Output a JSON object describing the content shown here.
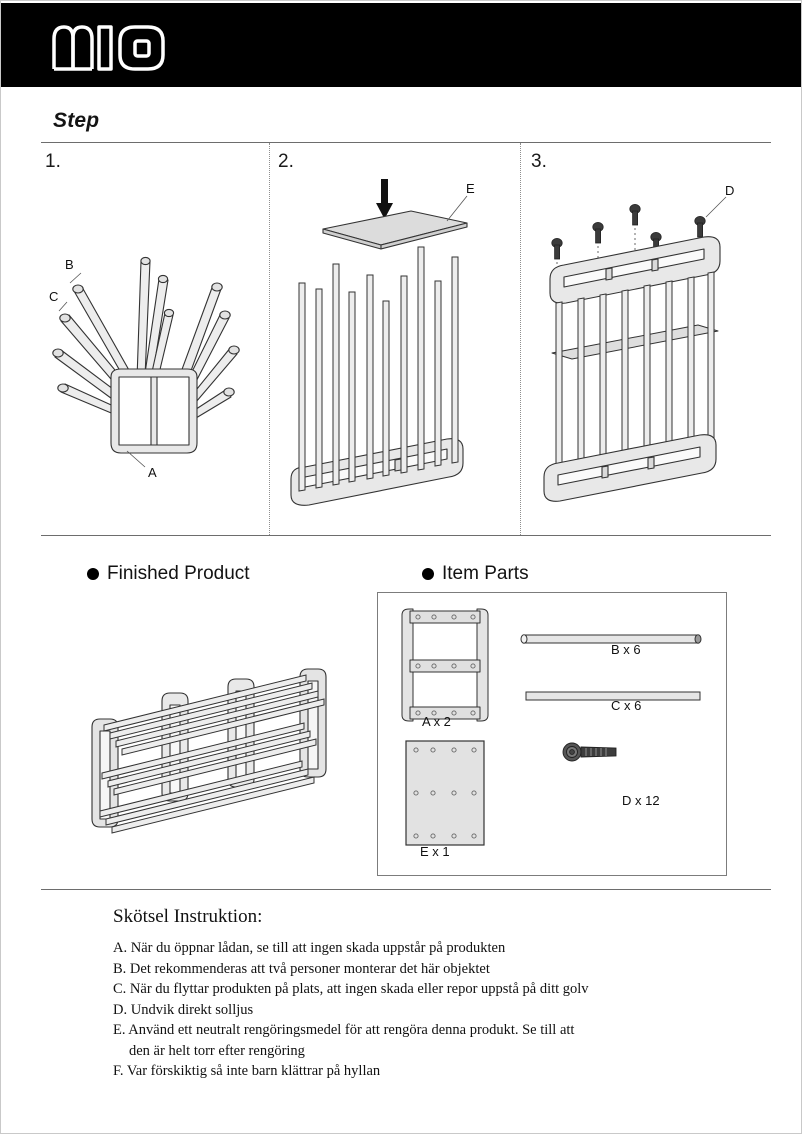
{
  "brand": {
    "logo_text": "mio"
  },
  "steps_section": {
    "heading": "Step",
    "steps": [
      {
        "number": "1.",
        "callouts": [
          "B",
          "C",
          "A"
        ]
      },
      {
        "number": "2.",
        "callouts": [
          "E"
        ]
      },
      {
        "number": "3.",
        "callouts": [
          "D"
        ]
      }
    ]
  },
  "finished": {
    "heading": "Finished Product"
  },
  "parts": {
    "heading": "Item Parts",
    "items": [
      {
        "label": "A x 2",
        "key": "A",
        "qty": 2,
        "shape": "side-frame-panel"
      },
      {
        "label": "B x 6",
        "key": "B",
        "qty": 6,
        "shape": "long-round-rod"
      },
      {
        "label": "C x 6",
        "key": "C",
        "qty": 6,
        "shape": "long-flat-rod"
      },
      {
        "label": "D x 12",
        "key": "D",
        "qty": 12,
        "shape": "screw"
      },
      {
        "label": "E x 1",
        "key": "E",
        "qty": 1,
        "shape": "panel-with-12-holes"
      }
    ]
  },
  "care": {
    "title": "Skötsel Instruktion:",
    "items": [
      "A. När du öppnar lådan, se till att ingen skada uppstår på produkten",
      "B. Det rekommenderas att två personer monterar det här objektet",
      "C. När du flyttar produkten på plats, att ingen skada eller repor uppstå på ditt golv",
      "D. Undvik direkt solljus",
      "E. Använd ett neutralt rengöringsmedel för att rengöra denna produkt. Se till att",
      "den är helt torr efter rengöring",
      "F. Var förskiktig så inte barn klättrar på hyllan"
    ]
  },
  "colors": {
    "banner": "#000000",
    "page": "#ffffff",
    "line": "#333333",
    "fill_light": "#ededed",
    "fill_mid": "#dcdcdc",
    "rule": "#6d6d6d"
  }
}
